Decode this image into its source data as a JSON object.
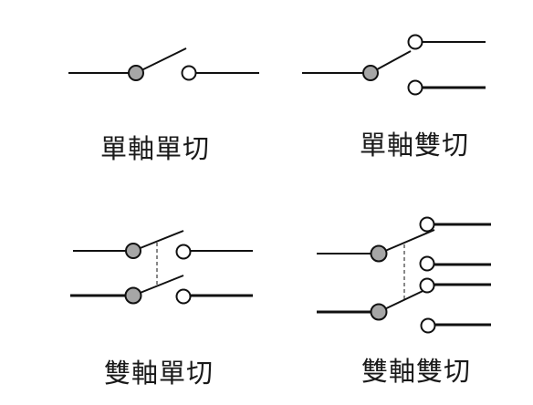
{
  "colors": {
    "wire": "#111111",
    "pivot_fill": "#a6a6a6",
    "contact_fill": "#ffffff"
  },
  "switches": [
    {
      "id": "spst",
      "label": "單軸單切"
    },
    {
      "id": "spdt",
      "label": "單軸雙切"
    },
    {
      "id": "dpst",
      "label": "雙軸單切"
    },
    {
      "id": "dpdt",
      "label": "雙軸雙切"
    }
  ]
}
